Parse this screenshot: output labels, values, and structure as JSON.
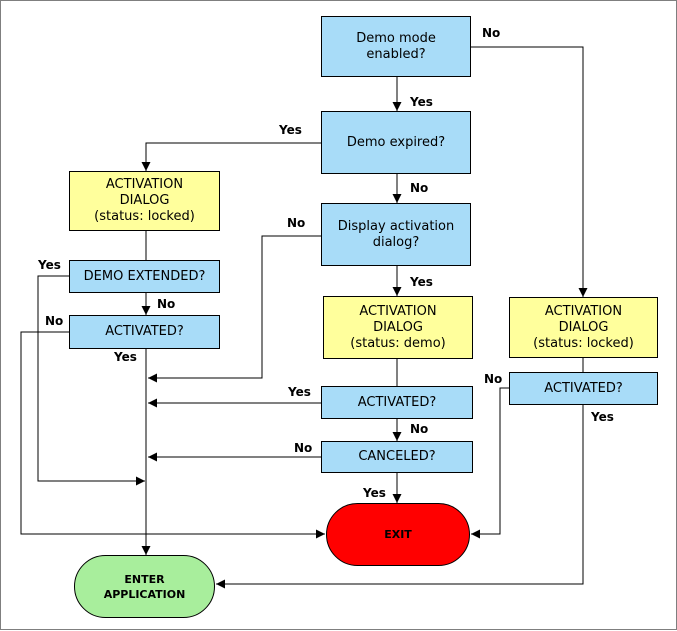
{
  "nodes": {
    "demo_mode": "Demo mode\nenabled?",
    "demo_expired": "Demo expired?",
    "display_activation": "Display activation\ndialog?",
    "activation_dialog_left": "ACTIVATION\nDIALOG\n(status: locked)",
    "demo_extended": "DEMO EXTENDED?",
    "activated_left": "ACTIVATED?",
    "activation_dialog_demo": "ACTIVATION\nDIALOG\n(status: demo)",
    "activated_mid": "ACTIVATED?",
    "canceled": "CANCELED?",
    "activation_dialog_right": "ACTIVATION\nDIALOG\n(status: locked)",
    "activated_right": "ACTIVATED?",
    "exit": "EXIT",
    "enter_app": "ENTER\nAPPLICATION"
  },
  "labels": {
    "demo_mode_no": "No",
    "demo_mode_yes": "Yes",
    "demo_expired_yes": "Yes",
    "demo_expired_no": "No",
    "display_no": "No",
    "display_yes": "Yes",
    "demo_extended_yes": "Yes",
    "demo_extended_no": "No",
    "activated_left_no": "No",
    "activated_left_yes": "Yes",
    "activated_mid_yes": "Yes",
    "activated_mid_no": "No",
    "canceled_no": "No",
    "canceled_yes": "Yes",
    "activated_right_no": "No",
    "activated_right_yes": "Yes"
  },
  "colors": {
    "question": "#a8dcf8",
    "dialog": "#ffff9c",
    "exit": "#ff0000",
    "enter": "#a8ee9c"
  }
}
